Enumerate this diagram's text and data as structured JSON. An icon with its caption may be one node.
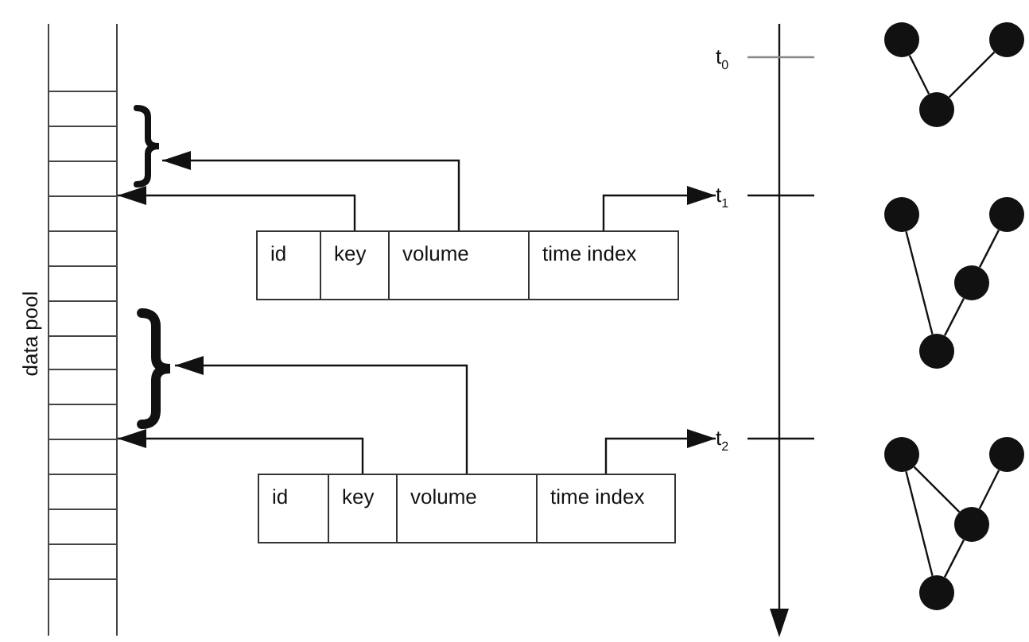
{
  "diagram": {
    "nodes": [
      {
        "text": [
          "data pool"
        ]
      },
      {
        "text": [],
        "shape": "brace"
      },
      {
        "text": [
          "id"
        ]
      },
      {
        "text": [
          "key"
        ]
      },
      {
        "text": [
          "volume"
        ]
      },
      {
        "text": [
          "time index"
        ]
      },
      {
        "text": [
          "t$_{1}$"
        ]
      },
      {
        "text": [],
        "shape": "brace"
      },
      {
        "text": [
          "id"
        ]
      },
      {
        "text": [
          "key"
        ]
      },
      {
        "text": [
          "volume"
        ]
      },
      {
        "text": [
          "time index"
        ]
      },
      {
        "text": [
          "t$_{2}$"
        ]
      },
      {
        "text": [],
        "shape": "circle"
      },
      {
        "text": [],
        "shape": "circle"
      },
      {
        "text": [],
        "shape": "circle"
      },
      {
        "text": [],
        "shape": "circle"
      },
      {
        "text": [],
        "shape": "circle"
      },
      {
        "text": [],
        "shape": "circle"
      },
      {
        "text": [],
        "shape": "circle"
      },
      {
        "text": [],
        "shape": "circle"
      },
      {
        "text": [],
        "shape": "circle"
      },
      {
        "text": [],
        "shape": "circle"
      },
      {
        "text": [],
        "shape": "circle"
      }
    ],
    "edges": [
      {
        "from": 4,
        "to": 1,
        "arrow": "to"
      },
      {
        "from": 3,
        "to": 0,
        "arrow": "to"
      },
      {
        "from": 5,
        "to": 6,
        "arrow": "to"
      },
      {
        "from": 10,
        "to": 7,
        "arrow": "to"
      },
      {
        "from": 9,
        "to": 0,
        "arrow": "to"
      },
      {
        "from": 11,
        "to": 12,
        "arrow": "to"
      },
      {
        "from": 13,
        "to": 15,
        "arrow": "none"
      },
      {
        "from": 14,
        "to": 15,
        "arrow": "none"
      },
      {
        "from": 16,
        "to": 19,
        "arrow": "none"
      },
      {
        "from": 17,
        "to": 18,
        "arrow": "none"
      },
      {
        "from": 18,
        "to": 19,
        "arrow": "none"
      },
      {
        "from": 20,
        "to": 23,
        "arrow": "none"
      },
      {
        "from": 20,
        "to": 22,
        "arrow": "none"
      },
      {
        "from": 21,
        "to": 22,
        "arrow": "none"
      },
      {
        "from": 22,
        "to": 23,
        "arrow": "none"
      }
    ],
    "labels": [
      "t$_{0}$"
    ]
  }
}
